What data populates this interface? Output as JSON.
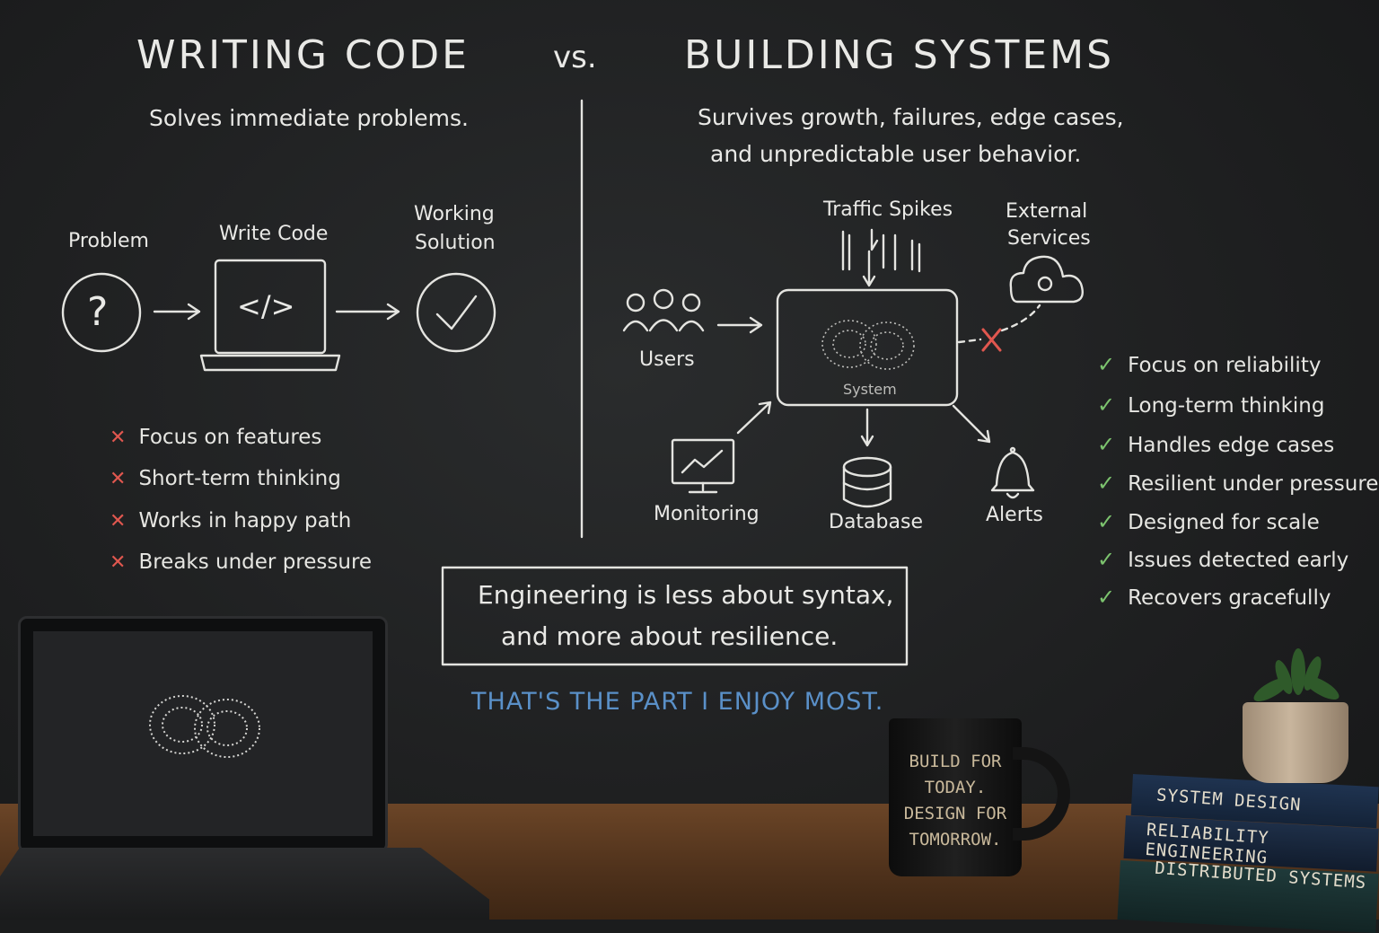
{
  "left": {
    "title": "WRITING CODE",
    "subtitle": "Solves immediate problems.",
    "flow": {
      "problem": "Problem",
      "write_code": "Write Code",
      "working_1": "Working",
      "working_2": "Solution",
      "code_symbol": "</>",
      "question_symbol": "?"
    },
    "cons": [
      "Focus on features",
      "Short-term thinking",
      "Works in happy path",
      "Breaks under pressure"
    ]
  },
  "vs": "vs.",
  "right": {
    "title": "BUILDING SYSTEMS",
    "subtitle_1": "Survives growth, failures, edge cases,",
    "subtitle_2": "and unpredictable user behavior.",
    "diagram": {
      "traffic": "Traffic Spikes",
      "external_1": "External",
      "external_2": "Services",
      "users": "Users",
      "system": "System",
      "monitoring": "Monitoring",
      "database": "Database",
      "alerts": "Alerts"
    },
    "pros": [
      "Focus on reliability",
      "Long-term thinking",
      "Handles edge cases",
      "Resilient under pressure",
      "Designed for scale",
      "Issues detected early",
      "Recovers gracefully"
    ]
  },
  "quote_1": "Engineering is less about syntax,",
  "quote_2": "and more about resilience.",
  "tagline": "THAT'S THE PART I ENJOY MOST.",
  "mug": [
    "BUILD FOR",
    "TODAY.",
    "DESIGN FOR",
    "TOMORROW."
  ],
  "books": [
    "SYSTEM DESIGN",
    "RELIABILITY ENGINEERING",
    "DISTRIBUTED SYSTEMS"
  ],
  "colors": {
    "chalk": "#e9e9e6",
    "cross": "#e0574f",
    "check": "#7cc36e",
    "tagline": "#5a90c8"
  }
}
